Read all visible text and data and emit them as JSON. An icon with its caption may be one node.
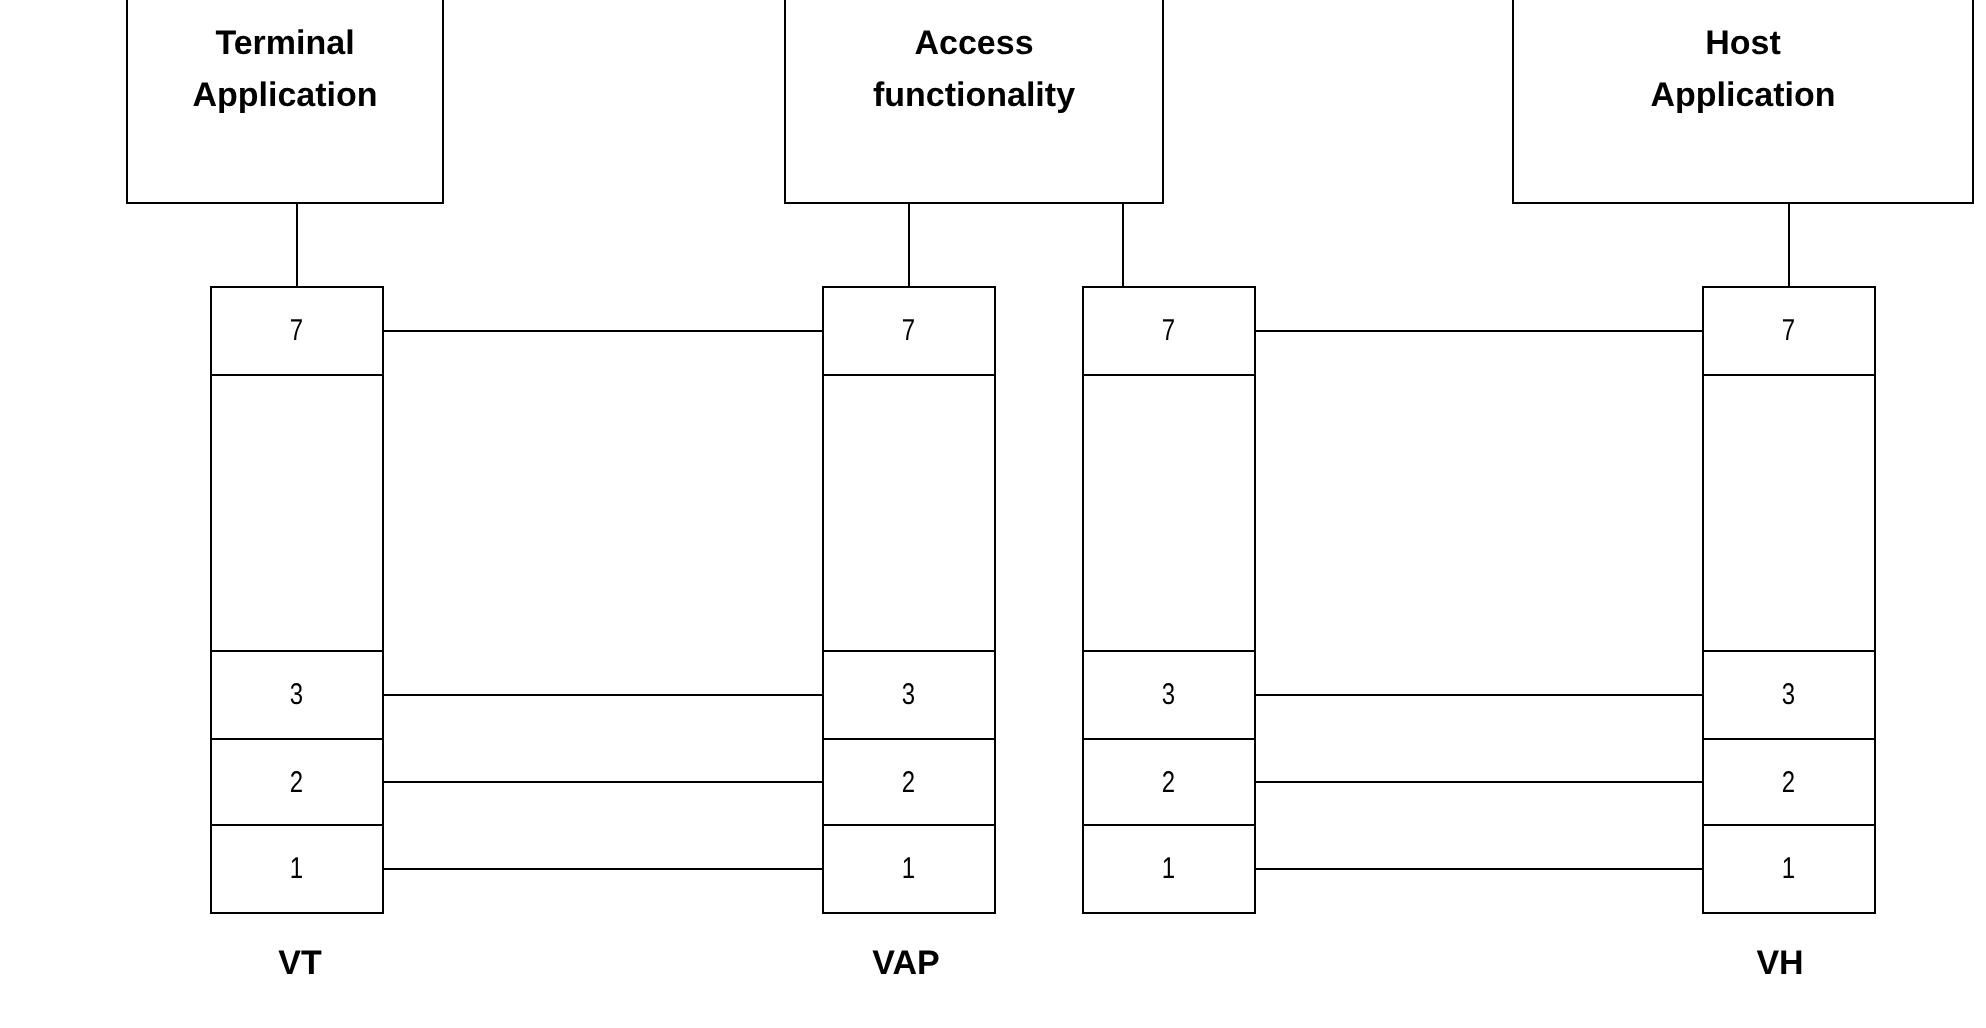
{
  "diagram": {
    "nodes": [
      {
        "text": [
          "Terminal Application"
        ]
      },
      {
        "text": [
          "Access functionality"
        ]
      },
      {
        "text": [
          "Host Application"
        ]
      },
      {
        "text": [
          "7"
        ]
      },
      {
        "text": [],
        "shape": "box"
      },
      {
        "text": [
          "3"
        ]
      },
      {
        "text": [
          "2"
        ]
      },
      {
        "text": [
          "1"
        ]
      },
      {
        "text": [
          "7"
        ]
      },
      {
        "text": [],
        "shape": "box"
      },
      {
        "text": [
          "3"
        ]
      },
      {
        "text": [
          "2"
        ]
      },
      {
        "text": [
          "1"
        ]
      },
      {
        "text": [
          "7"
        ]
      },
      {
        "text": [],
        "shape": "box"
      },
      {
        "text": [
          "3"
        ]
      },
      {
        "text": [
          "2"
        ]
      },
      {
        "text": [
          "1"
        ]
      },
      {
        "text": [
          "7"
        ]
      },
      {
        "text": [],
        "shape": "box"
      },
      {
        "text": [
          "3"
        ]
      },
      {
        "text": [
          "2"
        ]
      },
      {
        "text": [
          "1"
        ]
      }
    ],
    "edges": [
      {
        "from": 0,
        "to": 3,
        "arrow": "none"
      },
      {
        "from": 1,
        "to": 8,
        "arrow": "none"
      },
      {
        "from": 1,
        "to": 13,
        "arrow": "none"
      },
      {
        "from": 2,
        "to": 18,
        "arrow": "none"
      },
      {
        "from": 3,
        "to": 8,
        "arrow": "none"
      },
      {
        "from": 5,
        "to": 10,
        "arrow": "none"
      },
      {
        "from": 6,
        "to": 11,
        "arrow": "none"
      },
      {
        "from": 7,
        "to": 12,
        "arrow": "none"
      },
      {
        "from": 13,
        "to": 18,
        "arrow": "none"
      },
      {
        "from": 15,
        "to": 20,
        "arrow": "none"
      },
      {
        "from": 16,
        "to": 21,
        "arrow": "none"
      },
      {
        "from": 17,
        "to": 22,
        "arrow": "none"
      }
    ],
    "labels": [
      "VT",
      "VAP",
      "VH"
    ]
  }
}
